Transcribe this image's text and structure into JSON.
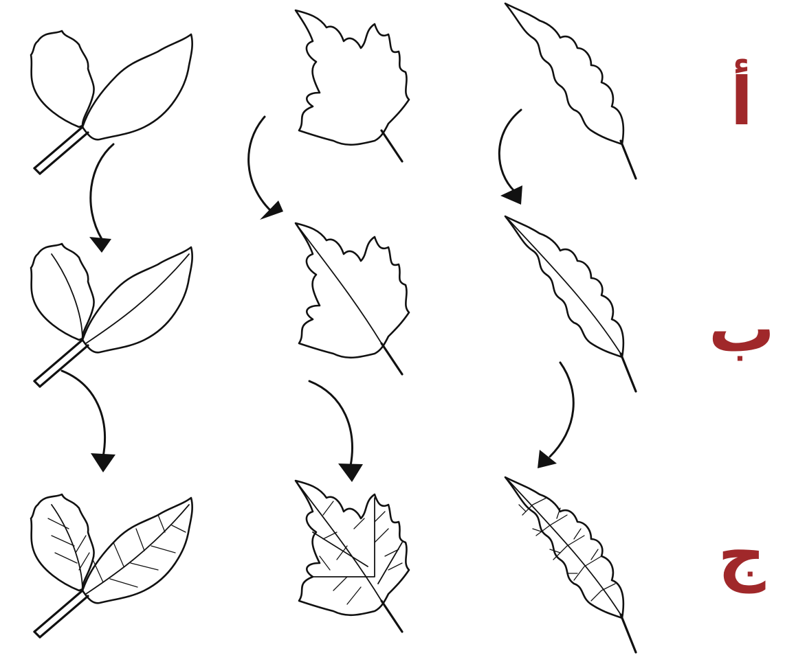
{
  "labels": {
    "row_a": "أ",
    "row_b": "ب",
    "row_c": "ج"
  },
  "colors": {
    "label": "#a0282a",
    "ink": "#111111"
  },
  "columns": [
    {
      "name": "elm-leaf",
      "stages": [
        "outline",
        "midrib",
        "full-veins"
      ]
    },
    {
      "name": "maple-leaf",
      "stages": [
        "outline",
        "midrib",
        "full-veins"
      ]
    },
    {
      "name": "oak-leaf",
      "stages": [
        "outline",
        "midrib",
        "full-veins"
      ]
    }
  ]
}
